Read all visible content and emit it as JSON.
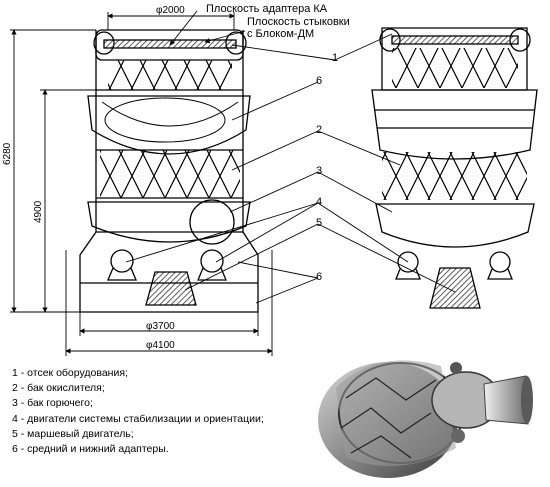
{
  "dimensions": {
    "top_width": "φ2000",
    "height_total": "6280",
    "height_tanks": "4900",
    "width_3700": "φ3700",
    "width_4100": "φ4100"
  },
  "annotations": {
    "adapter_plane": "Плоскость адаптера КА",
    "docking_plane_line1": "Плоскость стыковки",
    "docking_plane_line2": "с Блоком-ДМ"
  },
  "callouts": [
    "1",
    "6",
    "2",
    "3",
    "4",
    "5",
    "6"
  ],
  "legend": [
    "1 - отсек оборудования;",
    "2 - бак окислителя;",
    "3 - бак горючего;",
    "4 - двигатели системы стабилизации и ориентации;",
    "5 - маршевый двигатель;",
    "6 - средний и нижний адаптеры."
  ],
  "colors": {
    "line": "#000000",
    "hatch": "#333333",
    "photo_body": "#8a8a8a",
    "background": "#ffffff"
  }
}
